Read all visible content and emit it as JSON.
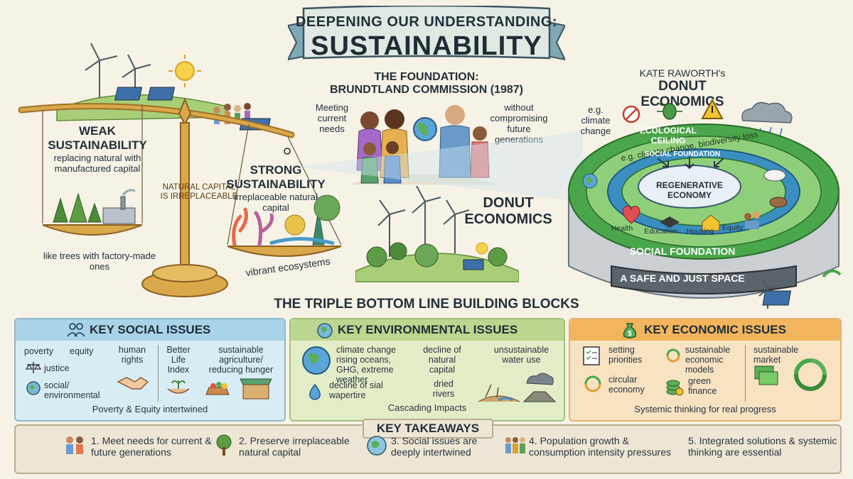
{
  "title": {
    "line1": "DEEPENING OUR UNDERSTANDING:",
    "line2": "SUSTAINABILITY"
  },
  "foundation": {
    "heading1": "THE FOUNDATION:",
    "heading2": "BRUNDTLAND COMMISSION (1987)",
    "left_note": "Meeting current needs",
    "right_note": "without compromising future generations"
  },
  "weak": {
    "title": "WEAK SUSTAINABILITY",
    "desc": "replacing natural with manufactured capital",
    "example": "like trees with factory-made ones"
  },
  "scale_label": "NATURAL CAPITAL IS IRREPLACEABLE",
  "strong": {
    "title": "STRONG SUSTAINABILITY",
    "desc": "irreplaceable natural capital",
    "example": "vibrant ecosystems"
  },
  "donut_center_label": "DONUT ECONOMICS",
  "raworth": {
    "line1": "KATE RAWORTH's",
    "line2": "DONUT ECONOMICS",
    "climate_note": "e.g. climate change"
  },
  "donut": {
    "ecological_ceiling": "ECOLOGICAL CEILING",
    "ceiling_examples": "e.g. climate change, biodiversity loss",
    "social_foundation_inner": "SOCIAL FOUNDATION",
    "center": "REGENERATIVE ECONOMY",
    "needs": [
      "Health",
      "Education",
      "Housing",
      "Equity"
    ],
    "social_foundation_band": "SOCIAL FOUNDATION",
    "safe_space": "A SAFE AND JUST SPACE"
  },
  "tbl_heading": "THE TRIPLE BOTTOM LINE BUILDING BLOCKS",
  "social": {
    "title": "KEY SOCIAL ISSUES",
    "poverty": "poverty",
    "equity": "equity",
    "justice": "justice",
    "social_env": "social/ environmental",
    "human_rights": "human rights",
    "better_life": "Better Life Index",
    "agriculture": "sustainable agriculture/ reducing hunger",
    "footer": "Poverty & Equity intertwined"
  },
  "environmental": {
    "title": "KEY ENVIRONMENTAL ISSUES",
    "climate": "climate change rising oceans, GHG, extreme weather",
    "decline_capital": "decline of natural capital",
    "water_use": "unsustainable water use",
    "wapertire": "decline of sial wapertire",
    "dried": "dried rivers",
    "footer": "Cascading Impacts"
  },
  "economic": {
    "title": "KEY ECONOMIC ISSUES",
    "priorities": "setting priorities",
    "models": "sustainable economic models",
    "market": "sustainable market",
    "circular": "circular economy",
    "finance": "green finance",
    "footer": "Systemic thinking for real progress"
  },
  "takeaways": {
    "title": "KEY TAKEAWAYS",
    "items": [
      "1. Meet needs for current & future generations",
      "2. Preserve irreplaceable natural capital",
      "3. Social issues are deeply intertwined",
      "4. Population growth & consumption intensity pressures",
      "5. Integrated solutions & systemic thinking are essential"
    ]
  },
  "colors": {
    "social": "#a9d3e8",
    "environmental": "#bcd68f",
    "economic": "#f2b45c",
    "ring_green": "#4aa64a",
    "ring_blue": "#2f7fa8",
    "gold": "#c9963a"
  },
  "icons": [
    "wind-turbine-icon",
    "solar-panel-icon",
    "sun-icon",
    "globe-icon",
    "warning-icon",
    "bug-icon",
    "rain-cloud-icon",
    "heart-icon",
    "house-icon",
    "scale-icon",
    "handshake-icon",
    "water-drop-icon",
    "recycle-icon",
    "money-bag-icon",
    "coins-icon",
    "checklist-icon",
    "tree-icon",
    "people-icon"
  ]
}
